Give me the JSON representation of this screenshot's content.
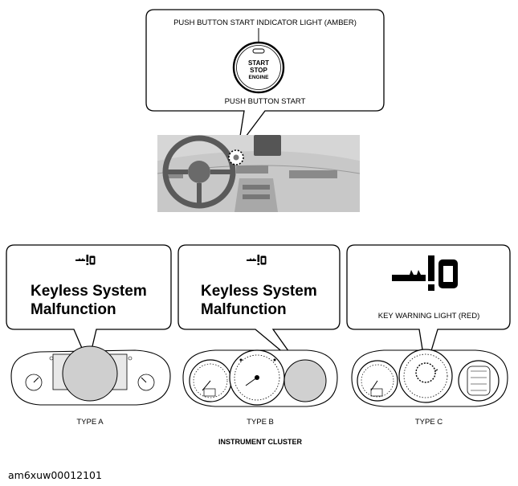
{
  "callout_top": {
    "indicator_label": "PUSH BUTTON START INDICATOR LIGHT (AMBER)",
    "button_lines": [
      "START",
      "STOP",
      "ENGINE"
    ],
    "button_label": "PUSH BUTTON START"
  },
  "panels": [
    {
      "message_lines": [
        "Keyless System",
        "Malfunction"
      ],
      "icon": "key-warning-icon",
      "type_label": "TYPE A"
    },
    {
      "message_lines": [
        "Keyless System",
        "Malfunction"
      ],
      "icon": "key-warning-icon",
      "type_label": "TYPE B"
    },
    {
      "light_label": "KEY WARNING LIGHT (RED)",
      "icon": "key-warning-icon",
      "type_label": "TYPE C"
    }
  ],
  "section_label": "INSTRUMENT CLUSTER",
  "reference_id": "am6xuw00012101"
}
